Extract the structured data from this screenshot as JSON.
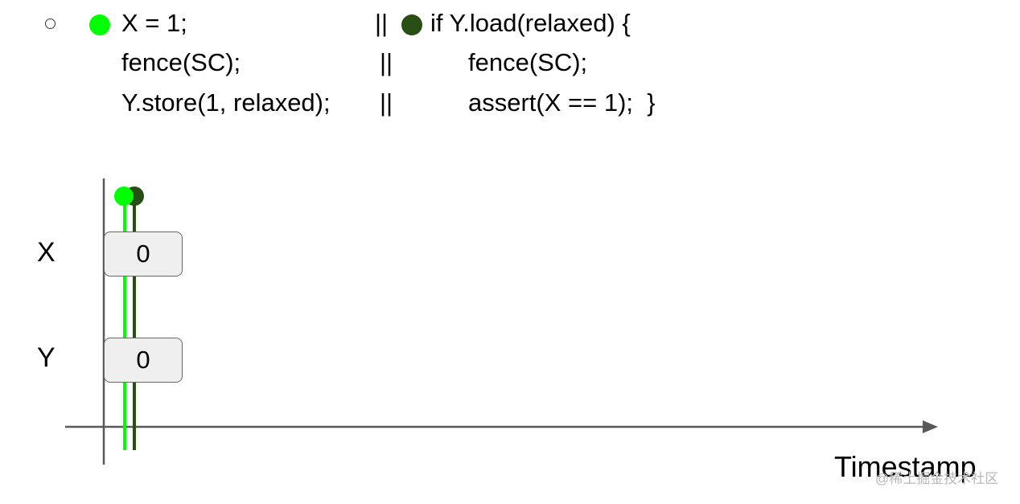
{
  "thread1": {
    "lines": [
      "X = 1;",
      "fence(SC);",
      "Y.store(1, relaxed);"
    ],
    "dot_color": "#00ff00"
  },
  "separator": "||",
  "thread2": {
    "lines": [
      "if Y.load(relaxed) {",
      "fence(SC);",
      "assert(X == 1);  }"
    ],
    "dot_color": "#274e13"
  },
  "diagram": {
    "variables": [
      {
        "name": "X",
        "value": "0"
      },
      {
        "name": "Y",
        "value": "0"
      }
    ],
    "x_axis_label": "Timestamp",
    "axis_color": "#595959"
  },
  "watermark": "@稀土掘金技术社区"
}
